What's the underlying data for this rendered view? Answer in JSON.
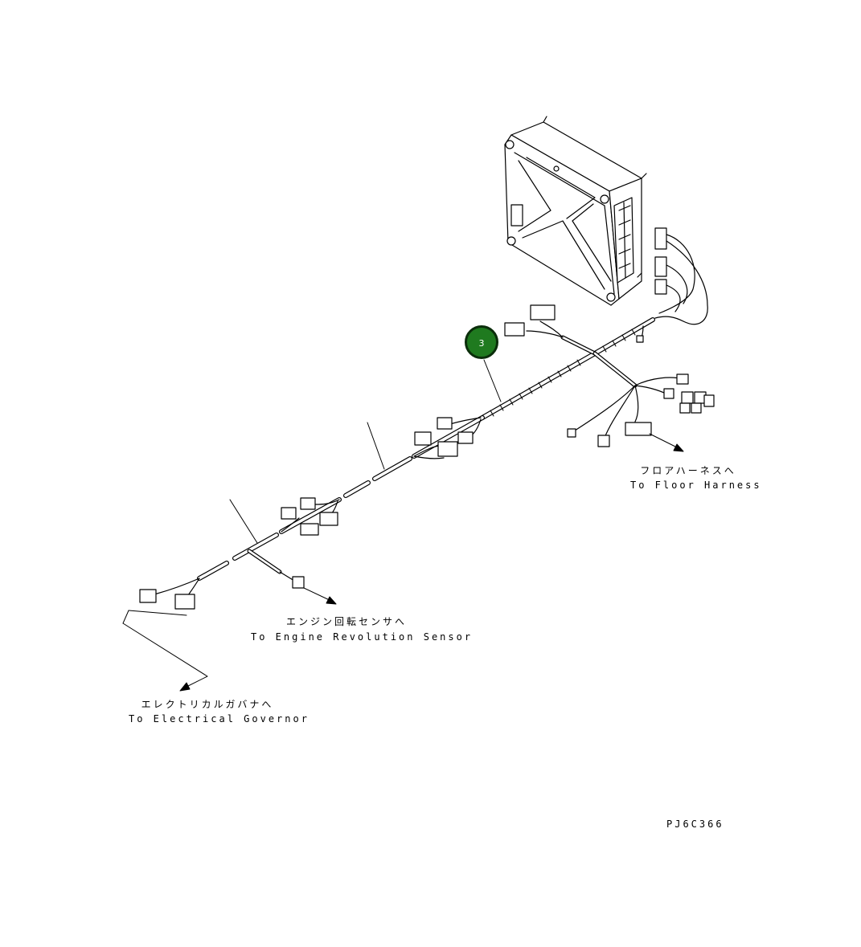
{
  "callout": {
    "number": "3",
    "color": "#1f7a1f",
    "border": "#0b2e0b"
  },
  "labels": {
    "floor_ja": "フロアハーネスへ",
    "floor_en": "To Floor Harness",
    "engine_ja": "エンジン回転センサへ",
    "engine_en": "To Engine Revolution Sensor",
    "governor_ja": "エレクトリカルガバナへ",
    "governor_en": "To Electrical Governor",
    "drawing_id": "PJ6C366"
  }
}
